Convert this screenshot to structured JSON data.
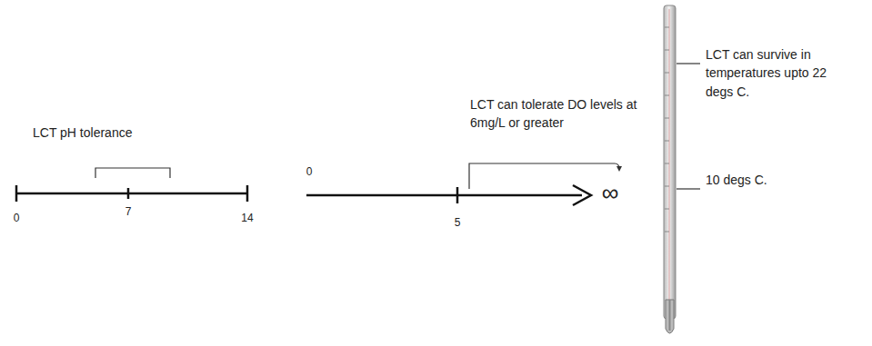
{
  "diagram": {
    "labels": [
      "LCT pH tolerance",
      "0",
      "7",
      "14",
      "LCT can tolerate DO levels at 6mg/L or greater",
      "0",
      "5",
      "∞",
      "LCT can survive in temperatures upto 22 degs C.",
      "10 degs C."
    ]
  }
}
